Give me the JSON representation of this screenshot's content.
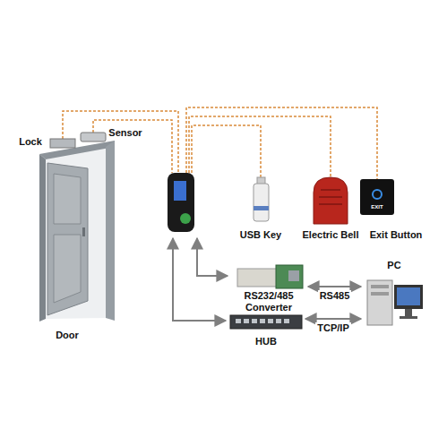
{
  "diagram": {
    "nodes": [
      {
        "text": [
          "Lock"
        ]
      },
      {
        "text": [
          "Sensor"
        ]
      },
      {
        "text": [
          "USB Key"
        ]
      },
      {
        "text": [
          "Electric Bell"
        ]
      },
      {
        "text": [
          "Exit Button"
        ]
      },
      {
        "text": [
          "PC"
        ]
      },
      {
        "text": [
          "RS232/485 Converter"
        ]
      },
      {
        "text": [
          "HUB"
        ]
      },
      {
        "text": [
          "Door"
        ]
      }
    ],
    "edges": [
      {
        "from": 6,
        "to": 5,
        "label": "RS485",
        "arrow": "both"
      },
      {
        "from": 7,
        "to": 5,
        "label": "TCP/IP",
        "arrow": "both"
      }
    ],
    "labels": [
      "EXIT"
    ]
  }
}
